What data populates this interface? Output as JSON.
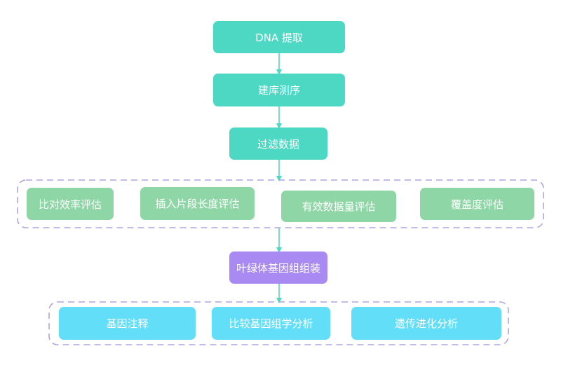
{
  "colors": {
    "teal": "#4dd8c4",
    "green": "#8fd6a6",
    "purple": "#a98af2",
    "cyan": "#62def8",
    "arrow": "#4dd8c4",
    "group_border": "#b4a3e0"
  },
  "nodes": {
    "dna_extraction": "DNA 提取",
    "library_sequencing": "建库测序",
    "filter_data": "过滤数据",
    "alignment_eval": "比对效率评估",
    "insert_size_eval": "插入片段长度评估",
    "data_amount_eval": "有效数据量评估",
    "coverage_eval": "覆盖度评估",
    "chloroplast_assembly": "叶绿体基因组组装",
    "gene_annotation": "基因注释",
    "comparative_genomics": "比较基因组学分析",
    "evolution_analysis": "遗传进化分析"
  }
}
